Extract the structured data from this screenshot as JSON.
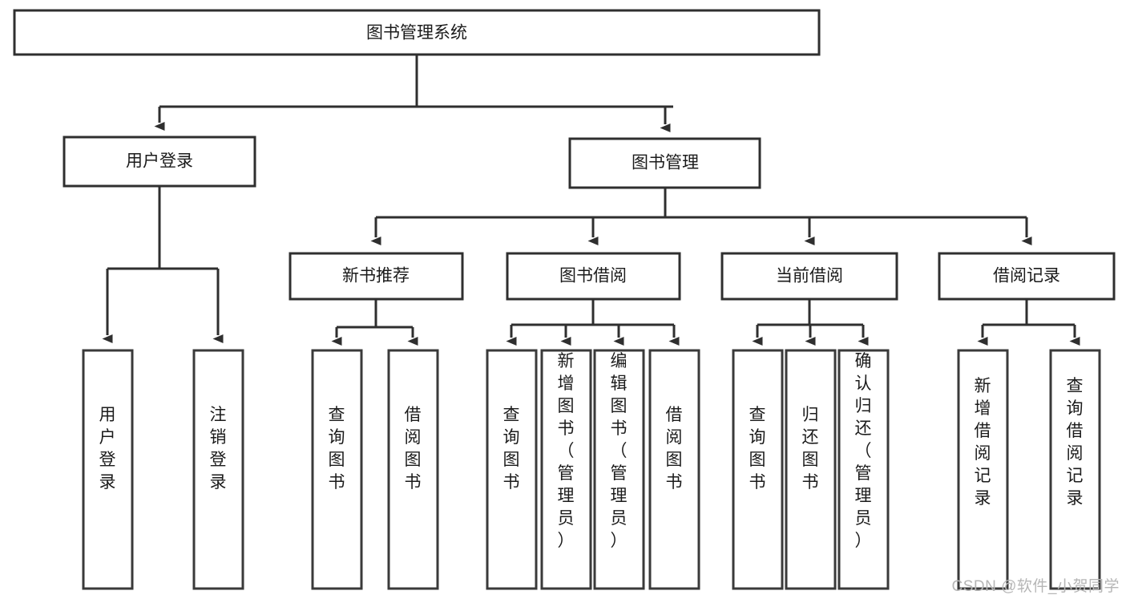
{
  "diagram": {
    "type": "tree-hierarchy",
    "title": "图书管理系统",
    "watermark": "CSDN @软件_小贺同学",
    "colors": {
      "box_stroke": "#2f2f2f",
      "box_fill": "#ffffff",
      "connector": "#2f2f2f",
      "text": "#1b1b1b",
      "watermark": "#b6b6b6"
    },
    "levels": {
      "root": {
        "label": "图书管理系统"
      },
      "level2": [
        {
          "id": "user-login",
          "label": "用户登录"
        },
        {
          "id": "book-manage",
          "label": "图书管理"
        }
      ],
      "level3": [
        {
          "id": "new-book-recommend",
          "label": "新书推荐",
          "parent": "book-manage"
        },
        {
          "id": "book-borrow",
          "label": "图书借阅",
          "parent": "book-manage"
        },
        {
          "id": "current-borrow",
          "label": "当前借阅",
          "parent": "book-manage"
        },
        {
          "id": "borrow-record",
          "label": "借阅记录",
          "parent": "book-manage"
        }
      ],
      "leaves": [
        {
          "id": "leaf-user-login",
          "label": "用户登录",
          "parent": "user-login"
        },
        {
          "id": "leaf-logout-login",
          "label": "注销登录",
          "parent": "user-login"
        },
        {
          "id": "leaf-query-book-1",
          "label": "查询图书",
          "parent": "new-book-recommend"
        },
        {
          "id": "leaf-borrow-book-1",
          "label": "借阅图书",
          "parent": "new-book-recommend"
        },
        {
          "id": "leaf-query-book-2",
          "label": "查询图书",
          "parent": "book-borrow"
        },
        {
          "id": "leaf-add-book",
          "label": "新增图书（管理员）",
          "parent": "book-borrow"
        },
        {
          "id": "leaf-edit-book",
          "label": "编辑图书（管理员）",
          "parent": "book-borrow"
        },
        {
          "id": "leaf-borrow-book-2",
          "label": "借阅图书",
          "parent": "book-borrow"
        },
        {
          "id": "leaf-query-book-3",
          "label": "查询图书",
          "parent": "current-borrow"
        },
        {
          "id": "leaf-return-book",
          "label": "归还图书",
          "parent": "current-borrow"
        },
        {
          "id": "leaf-confirm-return",
          "label": "确认归还（管理员）",
          "parent": "current-borrow"
        },
        {
          "id": "leaf-add-record",
          "label": "新增借阅记录",
          "parent": "borrow-record"
        },
        {
          "id": "leaf-query-record",
          "label": "查询借阅记录",
          "parent": "borrow-record"
        }
      ]
    }
  }
}
